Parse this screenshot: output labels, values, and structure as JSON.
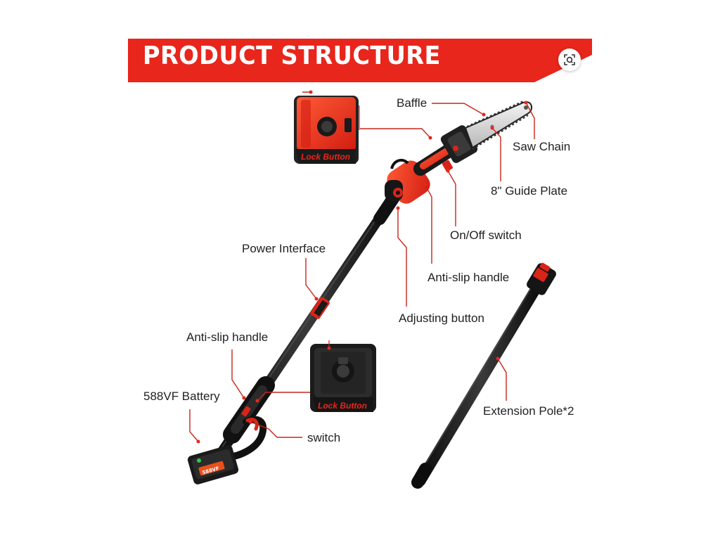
{
  "header": {
    "title": "PRODUCT STRUCTURE",
    "visual_search_icon": "lens-search-icon"
  },
  "inset_top": {
    "caption": "Lock Button"
  },
  "inset_bottom": {
    "caption": "Lock Button"
  },
  "parts": {
    "baffle": "Baffle",
    "saw_chain": "Saw Chain",
    "guide_plate": "8\" Guide Plate",
    "on_off_switch": "On/Off switch",
    "anti_slip_handle_top": "Anti-slip handle",
    "adjusting_button": "Adjusting button",
    "power_interface": "Power Interface",
    "anti_slip_handle_bottom": "Anti-slip handle",
    "battery": "588VF Battery",
    "switch": "switch",
    "extension_pole": "Extension Pole*2"
  },
  "battery_marking": "588VF",
  "colors": {
    "brand_red": "#e8261c",
    "callout_red": "#c8251b",
    "body_black": "#1a1a1a",
    "text": "#222222"
  }
}
